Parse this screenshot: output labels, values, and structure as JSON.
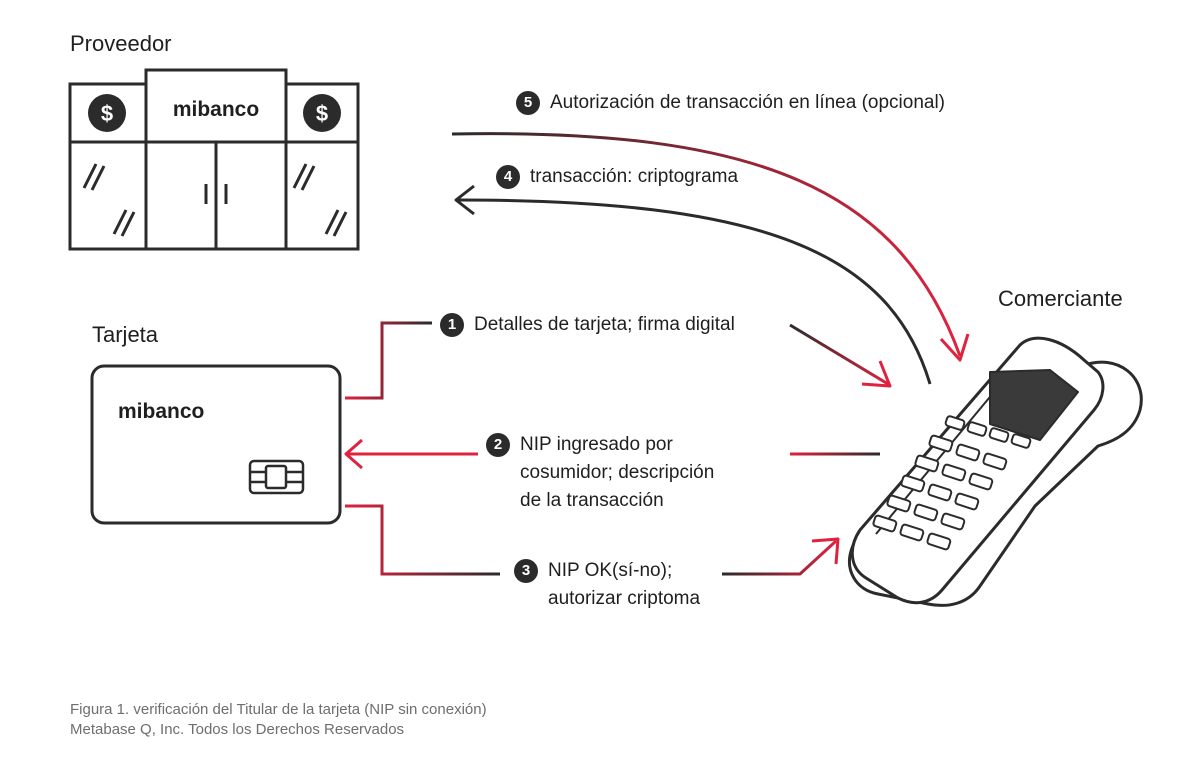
{
  "labels": {
    "provider": "Proveedor",
    "card": "Tarjeta",
    "merchant": "Comerciante"
  },
  "bank": {
    "brand": "mibanco",
    "sign_left": "$",
    "sign_right": "$"
  },
  "card": {
    "brand": "mibanco"
  },
  "steps": [
    {
      "num": "1",
      "lines": [
        "Detalles de tarjeta; firma digital"
      ]
    },
    {
      "num": "2",
      "lines": [
        "NIP ingresado por",
        "cosumidor; descripción",
        "de la transacción"
      ]
    },
    {
      "num": "3",
      "lines": [
        "NIP OK(sí-no);",
        "autorizar criptoma"
      ]
    },
    {
      "num": "4",
      "lines": [
        "transacción: criptograma"
      ]
    },
    {
      "num": "5",
      "lines": [
        "Autorización de transacción en línea (opcional)"
      ]
    }
  ],
  "caption": {
    "line1": "Figura 1. verificación del Titular de la tarjeta (NIP sin conexión)",
    "line2": "Metabase Q, Inc. Todos los Derechos Reservados"
  },
  "colors": {
    "ink": "#2b2b2b",
    "accent": "#e0223f"
  }
}
